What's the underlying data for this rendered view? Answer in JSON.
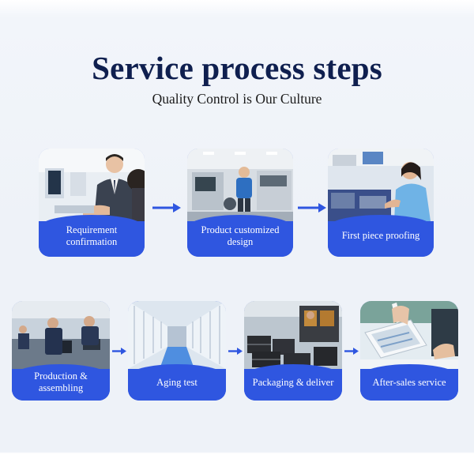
{
  "header": {
    "title": "Service process steps",
    "subtitle": "Quality Control is Our Culture"
  },
  "steps": [
    {
      "label": "Requirement confirmation"
    },
    {
      "label": "Product customized design"
    },
    {
      "label": "First piece proofing"
    },
    {
      "label": "Production & assembling"
    },
    {
      "label": "Aging test"
    },
    {
      "label": "Packaging & deliver"
    },
    {
      "label": "After-sales service"
    }
  ],
  "colors": {
    "accent": "#2f56e0",
    "title": "#0f1f4f",
    "arrow": "#2f56e0"
  }
}
